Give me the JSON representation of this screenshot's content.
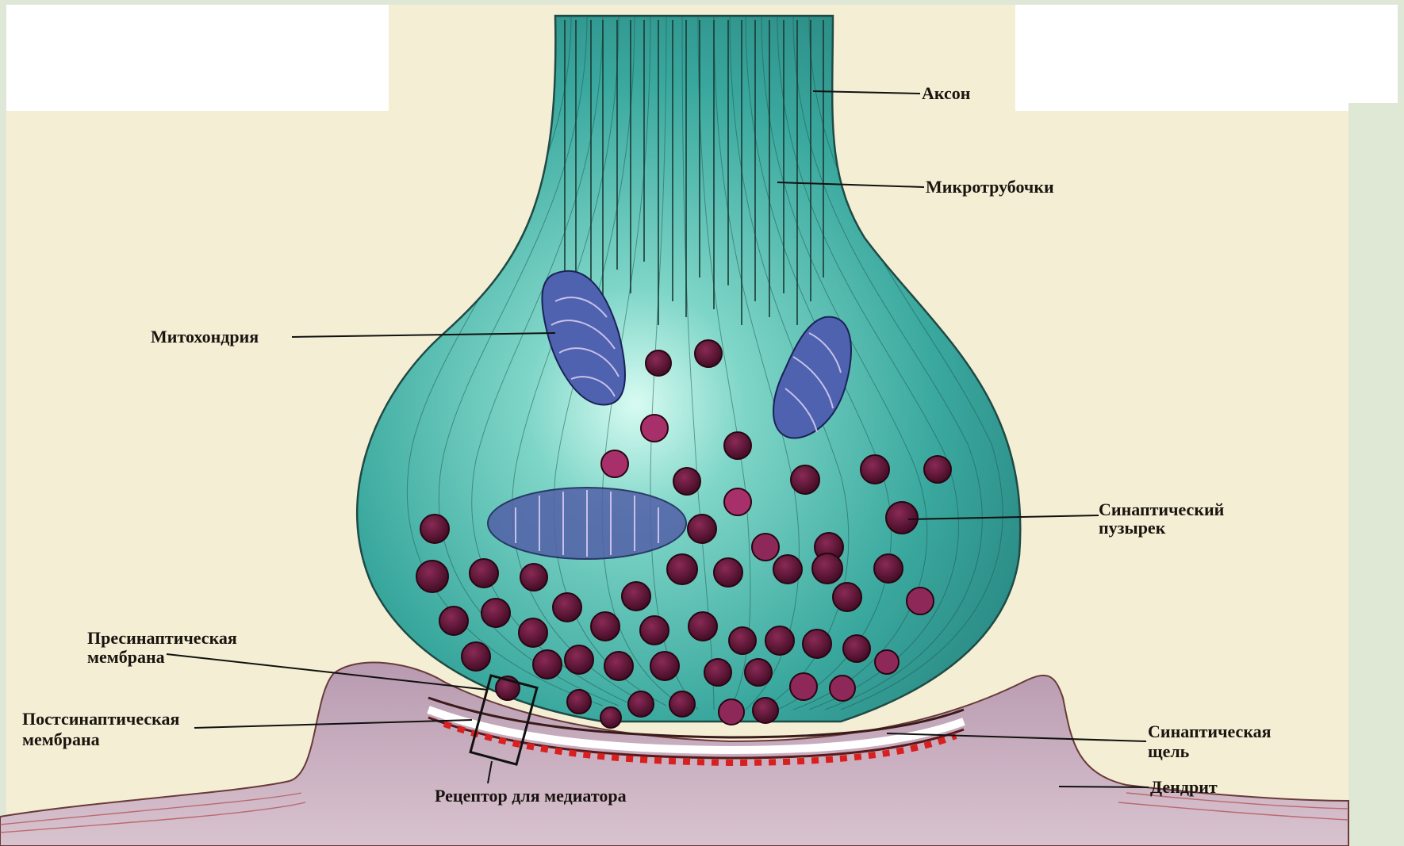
{
  "labels": {
    "axon": "Аксон",
    "microtubules": "Микротрубочки",
    "mitochondria": "Митохондрия",
    "vesicle_line1": "Синаптический",
    "vesicle_line2": "пузырек",
    "presynaptic_line1": "Пресинаптическая",
    "presynaptic_line2": "мембрана",
    "postsynaptic_line1": "Постсинаптическая",
    "postsynaptic_line2": "мембрана",
    "cleft_line1": "Синаптическая",
    "cleft_line2": "щель",
    "dendrite": "Дендрит",
    "receptor": "Рецептор для медиатора"
  },
  "colors": {
    "terminal_fill": "#3fb3a6",
    "terminal_light": "#8fe0d2",
    "vesicle": "#5a1230",
    "vesicle_pink": "#a8306a",
    "mitochondrion": "#4a5aa8",
    "dendrite": "#a07a98",
    "receptor": "#d02020",
    "background": "#f4efd4"
  }
}
